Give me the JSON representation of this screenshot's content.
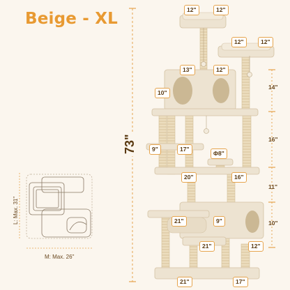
{
  "title": "Beige - XL",
  "colors": {
    "accent": "#E89A32",
    "plush": "#EDE3D1",
    "shade": "#D9CAB1",
    "sisal": "#E8D9B8",
    "ink": "#5A3A12"
  },
  "dimensions": {
    "top_width": "12\"",
    "top_depth": "12\"",
    "perch_width": "12\"",
    "perch_depth": "12\"",
    "condo_width": "13\"",
    "condo_depth": "12\"",
    "condo_height": "10\"",
    "seg_a": "14\"",
    "seg_b": "16\"",
    "seg_c": "11\"",
    "seg_d": "10\"",
    "shelf_left": "9\"",
    "shelf_mid": "17\"",
    "post_dia": "Φ8\"",
    "mid_width": "20\"",
    "mid_depth": "16\"",
    "hammock_width": "21\"",
    "hammock_small": "9\"",
    "lower_width": "21\"",
    "lower_depth": "12\"",
    "base_width": "21\"",
    "base_depth": "17\"",
    "total_height": "73\""
  },
  "footprint": {
    "length": "L: Max. 31\"",
    "width": "M: Max. 26\""
  }
}
